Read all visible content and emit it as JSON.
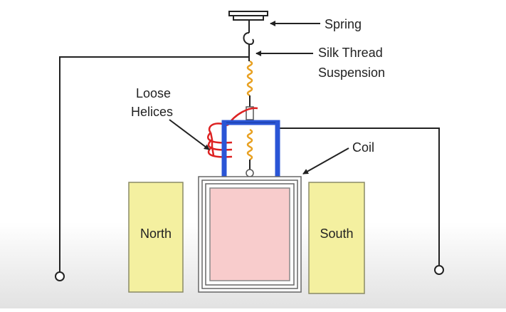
{
  "labels": {
    "spring": "Spring",
    "silk_line1": "Silk Thread",
    "silk_line2": "Suspension",
    "helices_line1": "Loose",
    "helices_line2": "Helices",
    "coil": "Coil",
    "north": "North",
    "south": "South"
  },
  "colors": {
    "magnet_fill": "#f4f0a0",
    "magnet_stroke": "#8a8a66",
    "coil_fill": "#f8cccc",
    "frame_blue": "#2a55d6",
    "spring_orange": "#e8a020",
    "helix_red": "#dd2222",
    "wire": "#222222"
  }
}
